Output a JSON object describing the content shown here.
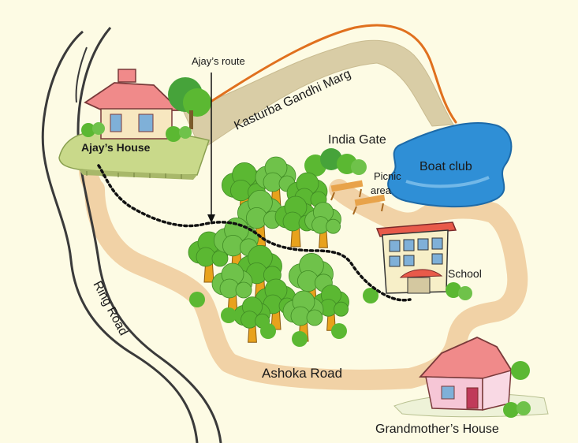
{
  "colors": {
    "background": "#fdfbe4",
    "road_fill": "#f1d2a6",
    "marg_fill": "#d9cda6",
    "orange_line": "#e0701e",
    "water": "#2f8fd6",
    "tree_green": "#5bb832",
    "trunk": "#e8a21c",
    "house_roof": "#f08a8a"
  },
  "labels": {
    "ajays_route": "Ajay’s route",
    "kasturba": "Kasturba Gandhi Marg",
    "ajays_house": "Ajay’s House",
    "india_gate": "India Gate",
    "boat_club": "Boat club",
    "picnic_line1": "Picnic",
    "picnic_line2": "area",
    "school": "School",
    "ring_road": "Ring Road",
    "ashoka_road": "Ashoka Road",
    "grandmothers_house": "Grandmother’s House"
  },
  "icons": [
    "house-icon",
    "school-icon",
    "tree-icon",
    "lake-icon",
    "picnic-table-icon",
    "arrow-icon"
  ]
}
